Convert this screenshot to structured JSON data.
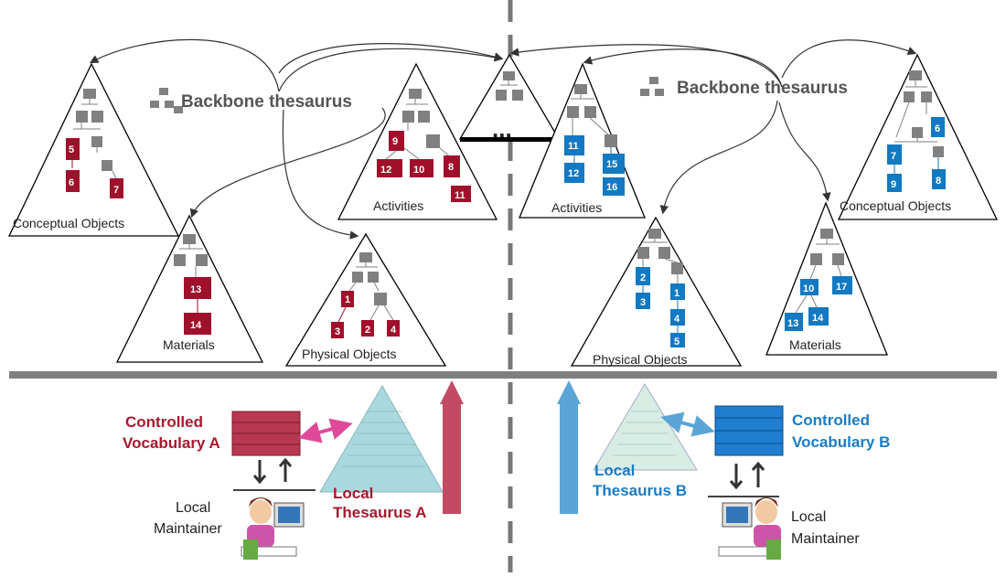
{
  "backbone_left_label": "Backbone thesaurus",
  "backbone_right_label": "Backbone thesaurus",
  "ellipsis": "...",
  "left": {
    "conceptual_objects": "Conceptual Objects",
    "materials": "Materials",
    "activities": "Activities",
    "physical_objects": "Physical Objects",
    "controlled_vocabulary": [
      "Controlled",
      "Vocabulary A"
    ],
    "local_thesaurus": [
      "Local",
      "Thesaurus A"
    ],
    "maintainer": [
      "Local",
      "Maintainer"
    ],
    "co_nums": [
      "5",
      "6",
      "7"
    ],
    "mat_nums": [
      "13",
      "14"
    ],
    "act_nums": [
      "9",
      "12",
      "10",
      "8",
      "11"
    ],
    "phys_nums": [
      "1",
      "3",
      "2",
      "4"
    ]
  },
  "right": {
    "activities": "Activities",
    "conceptual_objects": "Conceptual Objects",
    "physical_objects": "Physical Objects",
    "materials": "Materials",
    "controlled_vocabulary": [
      "Controlled",
      "Vocabulary   B"
    ],
    "local_thesaurus": [
      "Local",
      "Thesaurus B"
    ],
    "maintainer": [
      "Local",
      "Maintainer"
    ],
    "act_nums": [
      "11",
      "12",
      "15",
      "16"
    ],
    "co_nums": [
      "6",
      "7",
      "9",
      "8"
    ],
    "phys_nums": [
      "2",
      "3",
      "1",
      "4",
      "5"
    ],
    "mat_nums": [
      "10",
      "17",
      "13",
      "14"
    ]
  },
  "colors": {
    "red": "#a0102a",
    "blue": "#1279c2",
    "gray": "#808080",
    "arrow_red": "#c24a62",
    "arrow_blue": "#5aa5d6",
    "arrow_pink": "#e0489a"
  }
}
